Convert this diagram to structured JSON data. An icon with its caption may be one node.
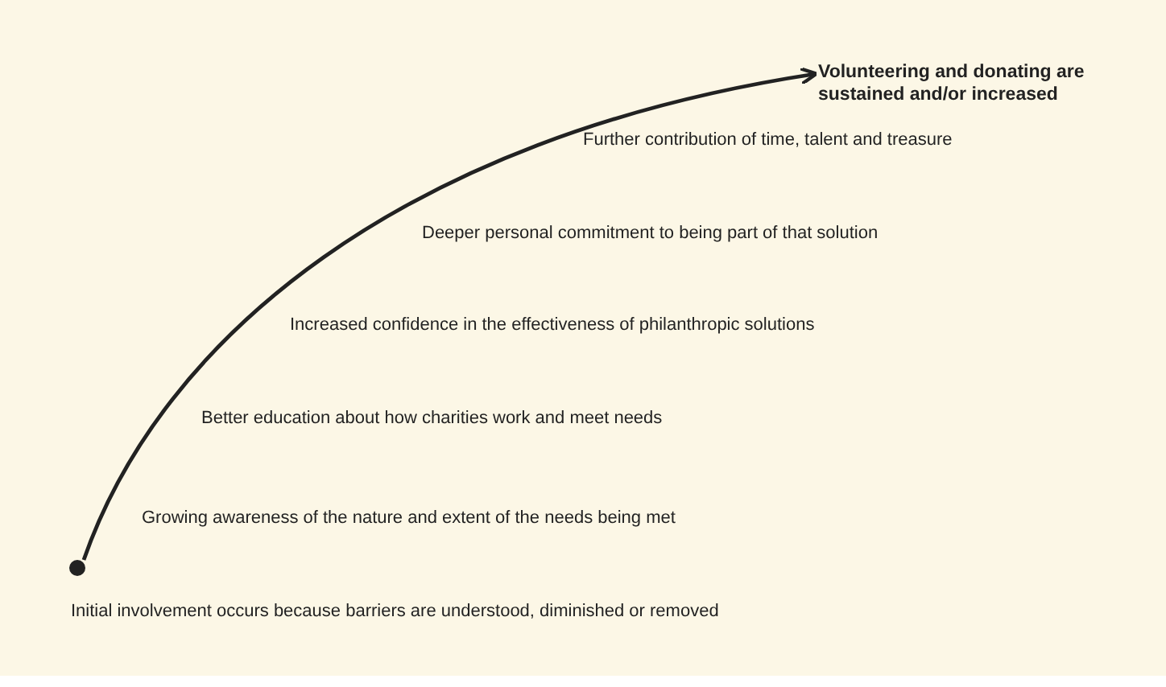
{
  "diagram": {
    "nodes": [
      {
        "text": [],
        "shape": "circle"
      },
      {
        "text": [
          "Volunteering and donating are sustained and/or increased"
        ]
      }
    ],
    "edges": [
      {
        "from": 0,
        "to": 1,
        "arrow": "to"
      }
    ],
    "labels": [
      "Further contribution of time, talent and treasure",
      "Deeper personal commitment to being part of that solution",
      "Increased confidence in the effectiveness of philanthropic solutions",
      "Better education about how charities work and meet needs",
      "Growing awareness of the nature and extent of the needs being met",
      "Initial involvement occurs because barriers are understood, diminished or removed"
    ]
  }
}
